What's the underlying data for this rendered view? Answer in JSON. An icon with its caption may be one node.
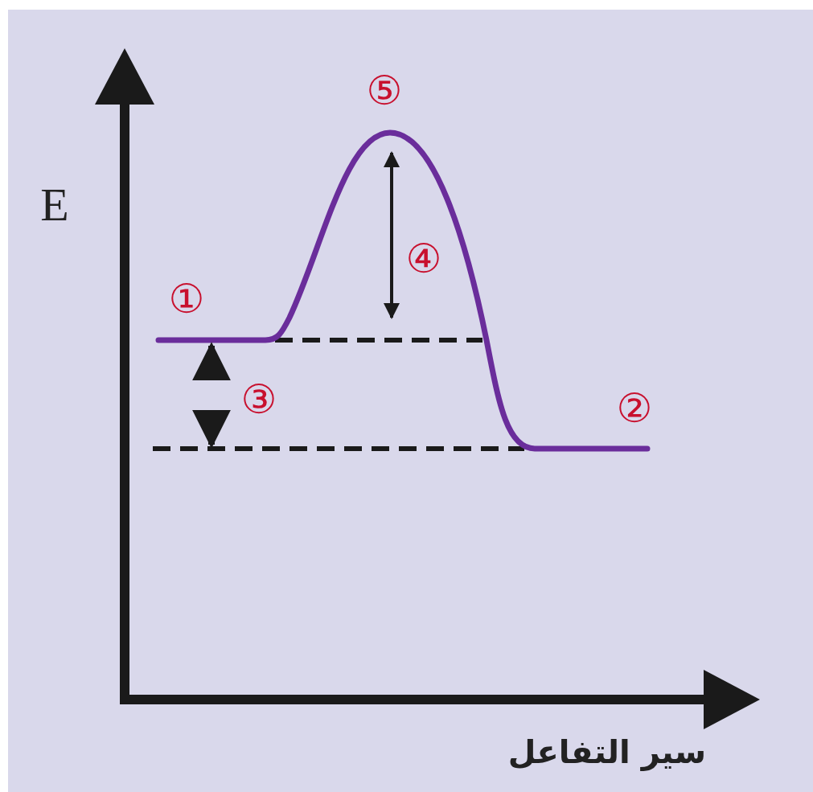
{
  "diagram": {
    "labels": [
      "⑤",
      "E",
      "④",
      "①",
      "③",
      "②",
      "سير التفاعل"
    ]
  }
}
